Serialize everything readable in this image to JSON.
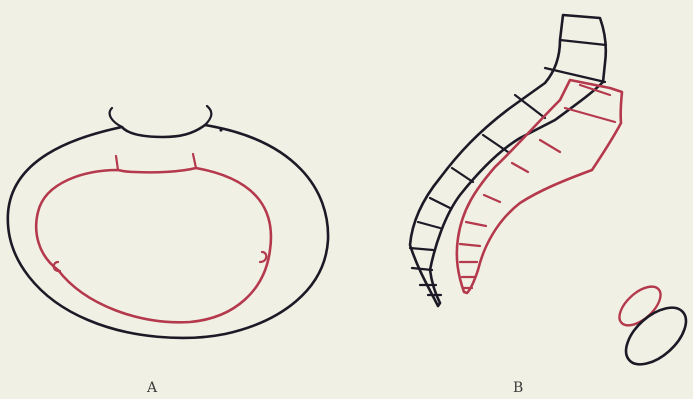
{
  "figure": {
    "panels": [
      {
        "id": "A",
        "label": "A"
      },
      {
        "id": "B",
        "label": "B"
      }
    ],
    "colors": {
      "background": "#f1f0e4",
      "dark_outline": "#1c1a26",
      "red_outline": "#b5394d"
    }
  }
}
